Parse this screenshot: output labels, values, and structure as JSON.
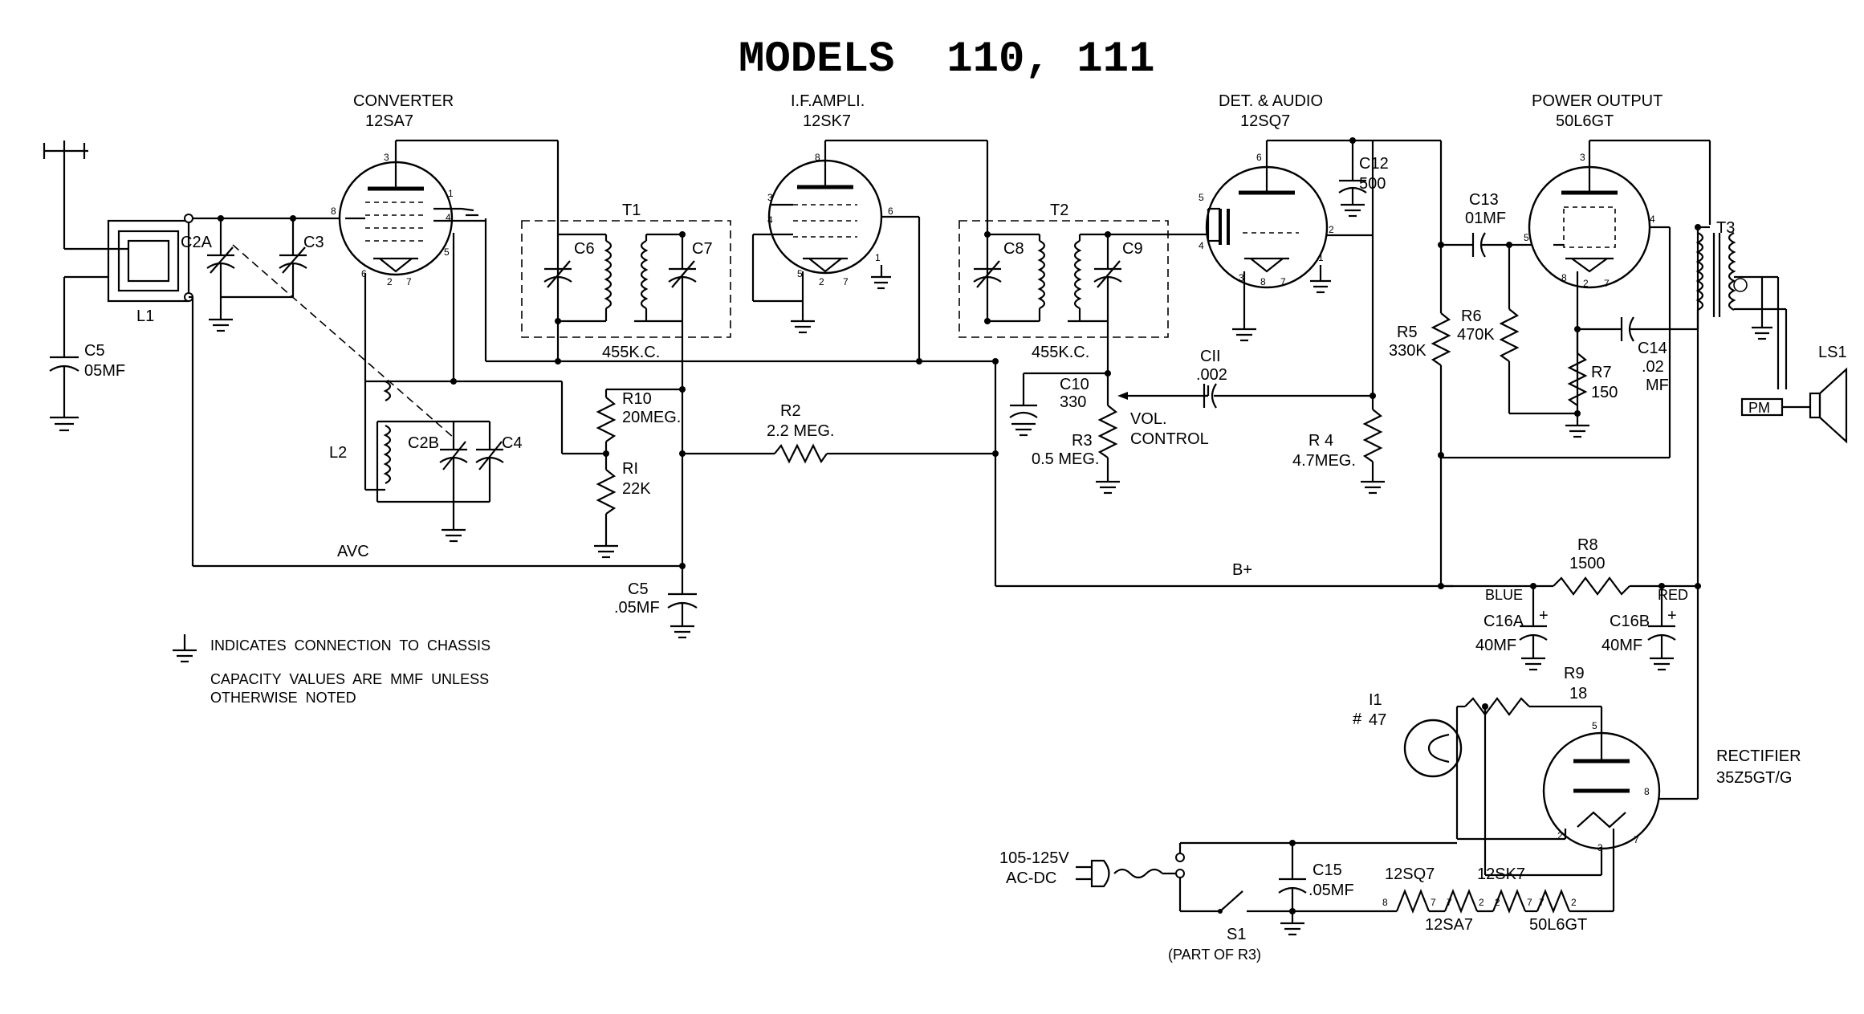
{
  "title": "MODELS  110, 111",
  "tubes": {
    "converter": {
      "function": "CONVERTER",
      "type": "12SA7"
    },
    "if_ampli": {
      "function": "I.F.AMPLI.",
      "type": "12SK7"
    },
    "det_audio": {
      "function": "DET. & AUDIO",
      "type": "12SQ7"
    },
    "power_output": {
      "function": "POWER OUTPUT",
      "type": "50L6GT"
    },
    "rectifier": {
      "function": "RECTIFIER",
      "type": "35Z5GT/G"
    }
  },
  "components": {
    "c2a": "C2A",
    "c3": "C3",
    "l1": "L1",
    "c5a": "C5",
    "c5a_val": "05MF",
    "l2": "L2",
    "c2b": "C2B",
    "c4": "C4",
    "r10": "R10",
    "r10_val": "20MEG.",
    "r1": "RI",
    "r1_val": "22K",
    "c5b": "C5",
    "c5b_val": ".05MF",
    "t1": "T1",
    "c6": "C6",
    "c7": "C7",
    "freq1": "455K.C.",
    "r2": "R2",
    "r2_val": "2.2 MEG.",
    "t2": "T2",
    "c8": "C8",
    "c9": "C9",
    "freq2": "455K.C.",
    "c10": "C10",
    "c10_val": "330",
    "r3": "R3",
    "r3_val": "0.5 MEG.",
    "vol": "VOL.",
    "control": "CONTROL",
    "c11": "CII",
    "c11_val": ".002",
    "c12": "C12",
    "c12_val": "500",
    "r4": "R 4",
    "r4_val": "4.7MEG.",
    "r5": "R5",
    "r5_val": "330K",
    "c13": "C13",
    "c13_val": "01MF",
    "r6": "R6",
    "r6_val": "470K",
    "r7": "R7",
    "r7_val": "150",
    "c14": "C14",
    "c14_val": ".02",
    "c14_unit": "MF",
    "t3": "T3",
    "ls1": "LS1",
    "pm": "PM",
    "r8": "R8",
    "r8_val": "1500",
    "blue": "BLUE",
    "red": "RED",
    "c16a": "C16A",
    "c16a_val": "40MF",
    "c16b": "C16B",
    "c16b_val": "40MF",
    "r9": "R9",
    "r9_val": "18",
    "i1": "I1",
    "i1_type": "47",
    "hash": "#",
    "c15": "C15",
    "c15_val": ".05MF",
    "s1": "S1",
    "s1_note": "(PART OF R3)",
    "line1": "105-125V",
    "line2": "AC-DC",
    "fil_12sq7": "12SQ7",
    "fil_12sa7": "12SA7",
    "fil_12sk7": "12SK7",
    "fil_50l6gt": "50L6GT",
    "avc": "AVC",
    "bplus": "B+"
  },
  "notes": {
    "chassis": "INDICATES  CONNECTION  TO  CHASSIS",
    "cap_line1": "CAPACITY  VALUES  ARE  MMF  UNLESS",
    "cap_line2": "OTHERWISE  NOTED"
  },
  "pins": {
    "p1": "1",
    "p2": "2",
    "p3": "3",
    "p4": "4",
    "p5": "5",
    "p6": "6",
    "p7": "7",
    "p8": "8"
  }
}
